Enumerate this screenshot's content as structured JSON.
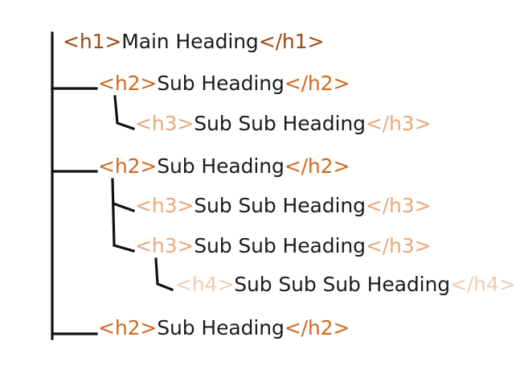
{
  "diagram": {
    "title": "HTML heading hierarchy tree",
    "background_color": "#ffffff",
    "line_color": "#111111",
    "text_color": "#1b1b1b",
    "tag_colors": {
      "h1": "#9c4a13",
      "h2": "#d2691e",
      "h3": "#eaa87c",
      "h4": "#f2cdb0"
    }
  },
  "nodes": [
    {
      "id": "h1",
      "level": 1,
      "open_tag": "<h1>",
      "label": "Main Heading",
      "close_tag": "</h1>"
    },
    {
      "id": "h2a",
      "level": 2,
      "open_tag": "<h2>",
      "label": "Sub Heading",
      "close_tag": "</h2>"
    },
    {
      "id": "h3a",
      "level": 3,
      "open_tag": "<h3>",
      "label": "Sub Sub Heading",
      "close_tag": "</h3>"
    },
    {
      "id": "h2b",
      "level": 2,
      "open_tag": "<h2>",
      "label": "Sub Heading",
      "close_tag": "</h2>"
    },
    {
      "id": "h3b",
      "level": 3,
      "open_tag": "<h3>",
      "label": "Sub Sub Heading",
      "close_tag": "</h3>"
    },
    {
      "id": "h3c",
      "level": 3,
      "open_tag": "<h3>",
      "label": "Sub Sub Heading",
      "close_tag": "</h3>"
    },
    {
      "id": "h4a",
      "level": 4,
      "open_tag": "<h4>",
      "label": "Sub Sub Sub Heading",
      "close_tag": "</h4>"
    },
    {
      "id": "h2c",
      "level": 2,
      "open_tag": "<h2>",
      "label": "Sub Heading",
      "close_tag": "</h2>"
    }
  ]
}
